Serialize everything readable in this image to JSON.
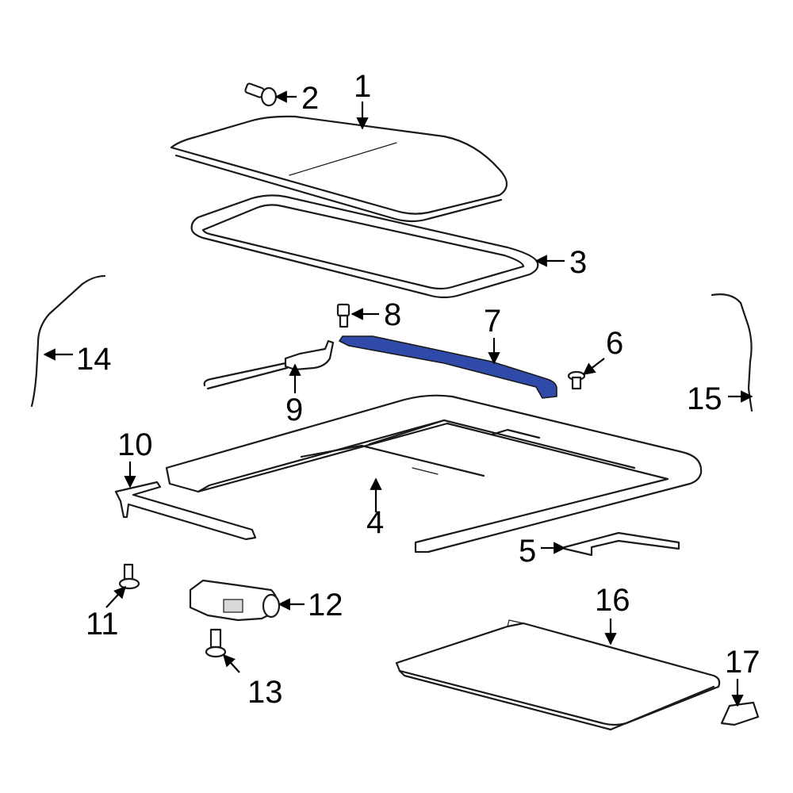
{
  "highlight_color": "#2f4aa8",
  "callouts": {
    "c1": "1",
    "c2": "2",
    "c3": "3",
    "c4": "4",
    "c5": "5",
    "c6": "6",
    "c7": "7",
    "c8": "8",
    "c9": "9",
    "c10": "10",
    "c11": "11",
    "c12": "12",
    "c13": "13",
    "c14": "14",
    "c15": "15",
    "c16": "16",
    "c17": "17"
  }
}
